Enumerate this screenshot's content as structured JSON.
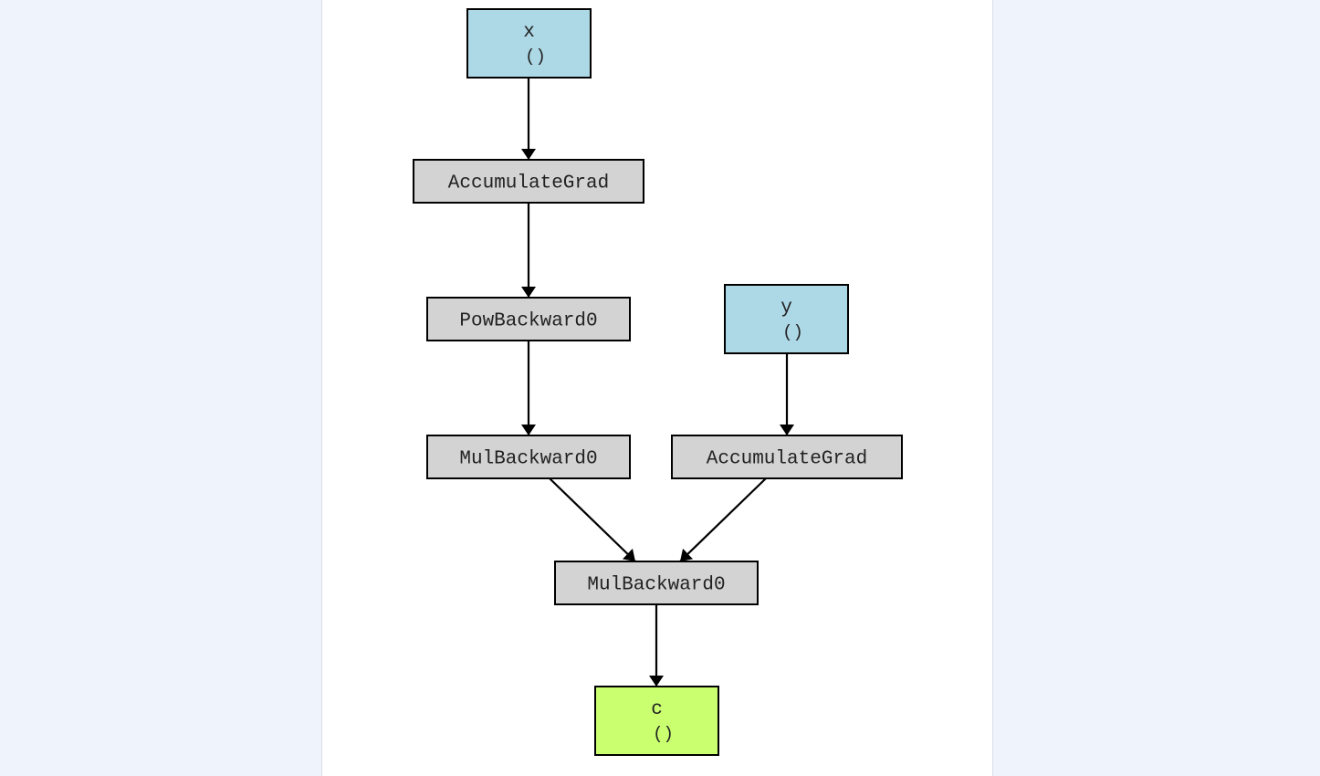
{
  "graph": {
    "colors": {
      "leaf": "#add8e6",
      "op": "#d3d3d3",
      "output": "#caff70",
      "stroke": "#000000",
      "canvas": "#ffffff",
      "page": "#eff3fb"
    },
    "nodes": [
      {
        "id": "x",
        "kind": "leaf",
        "label": "x",
        "sublabel": "()"
      },
      {
        "id": "acc_x",
        "kind": "op",
        "label": "AccumulateGrad"
      },
      {
        "id": "pow",
        "kind": "op",
        "label": "PowBackward0"
      },
      {
        "id": "y",
        "kind": "leaf",
        "label": "y",
        "sublabel": "()"
      },
      {
        "id": "mul1",
        "kind": "op",
        "label": "MulBackward0"
      },
      {
        "id": "acc_y",
        "kind": "op",
        "label": "AccumulateGrad"
      },
      {
        "id": "mul2",
        "kind": "op",
        "label": "MulBackward0"
      },
      {
        "id": "c",
        "kind": "output",
        "label": "c",
        "sublabel": "()"
      }
    ],
    "edges": [
      {
        "from": "x",
        "to": "acc_x"
      },
      {
        "from": "acc_x",
        "to": "pow"
      },
      {
        "from": "pow",
        "to": "mul1"
      },
      {
        "from": "y",
        "to": "acc_y"
      },
      {
        "from": "mul1",
        "to": "mul2"
      },
      {
        "from": "acc_y",
        "to": "mul2"
      },
      {
        "from": "mul2",
        "to": "c"
      }
    ]
  }
}
